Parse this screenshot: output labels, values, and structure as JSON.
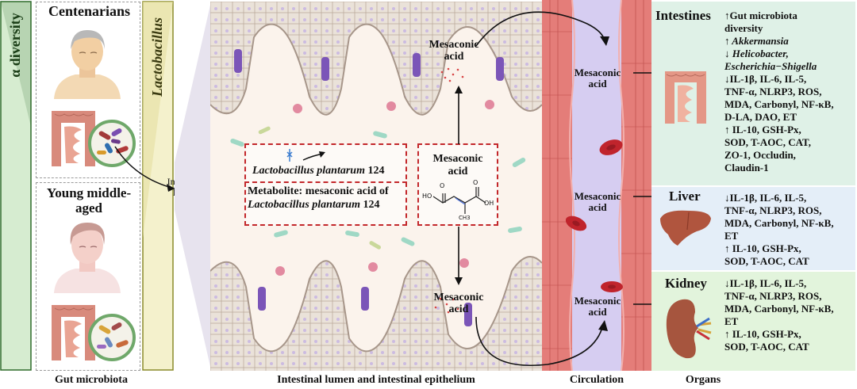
{
  "left_panel": {
    "alpha_diversity": "α diversity",
    "lactobacillus": "Lactobacillus",
    "centenarians": "Centenarians",
    "young_middle_aged_line1": "Young middle-",
    "young_middle_aged_line2": "aged",
    "gut_microbiota": "Gut microbiota",
    "intestinal_lumen_line1": "Intestinal",
    "intestinal_lumen_line2": "lumen"
  },
  "center_panel": {
    "caption": "Intestinal lumen and intestinal epithelium",
    "lp_label_species": "Lactobacillus plantarum",
    "lp_label_strain": "124",
    "metabolite_line1": "Metabolite: mesaconic acid of",
    "metabolite_line2_species": "Lactobacillus plantarum",
    "metabolite_line2_strain": "124",
    "mesaconic_top_line1": "Mesaconic",
    "mesaconic_top_line2": "acid",
    "mesaconic_mid_line1": "Mesaconic",
    "mesaconic_mid_line2": "acid",
    "mesaconic_bottom_line1": "Mesaconic",
    "mesaconic_bottom_line2": "acid",
    "chem_oh_left": "HO",
    "chem_oh_right": "OH",
    "chem_o_left": "O",
    "chem_o_right": "O",
    "chem_ch3": "CH3"
  },
  "circulation": {
    "caption": "Circulation",
    "mesaconic_1_line1": "Mesaconic",
    "mesaconic_1_line2": "acid",
    "mesaconic_2_line1": "Mesaconic",
    "mesaconic_2_line2": "acid",
    "mesaconic_3_line1": "Mesaconic",
    "mesaconic_3_line2": "acid"
  },
  "organs": {
    "caption": "Organs",
    "intestines": {
      "title": "Intestines",
      "lines": [
        "↑Gut microbiota",
        "diversity",
        "↑ Akkermansia",
        "↓ Helicobacter,",
        "Escherichia−Shigella",
        "↓IL-1β, IL-6, IL-5,",
        "TNF-α, NLRP3, ROS,",
        "MDA, Carbonyl, NF-κB,",
        "D-LA, DAO, ET",
        "↑ IL-10,  GSH-Px,",
        "SOD, T-AOC, CAT,",
        "ZO-1, Occludin,",
        "Claudin-1"
      ]
    },
    "liver": {
      "title": "Liver",
      "lines": [
        "↓IL-1β, IL-6, IL-5,",
        "TNF-α, NLRP3, ROS,",
        "MDA, Carbonyl, NF-κB,",
        "ET",
        "↑ IL-10,  GSH-Px,",
        "SOD, T-AOC, CAT"
      ]
    },
    "kidney": {
      "title": "Kidney",
      "lines": [
        "↓IL-1β, IL-6, IL-5,",
        "TNF-α, NLRP3, ROS,",
        "MDA, Carbonyl, NF-κB,",
        "ET",
        "↑ IL-10,  GSH-Px,",
        "SOD, T-AOC, CAT"
      ]
    }
  },
  "colors": {
    "alpha_bar": "#d6ecd0",
    "alpha_border": "#2f6b2a",
    "lacto_bar": "#f4f1cc",
    "lacto_border": "#8a8a2a",
    "center_bg": "#fbf3ec",
    "vessel_wall": "#e47d79",
    "vessel_lumen": "#d6cdf1",
    "intestines_bg": "#dff1e7",
    "liver_bg": "#e4eef8",
    "kidney_bg": "#e2f4dc",
    "dashed_red": "#c3272b"
  }
}
